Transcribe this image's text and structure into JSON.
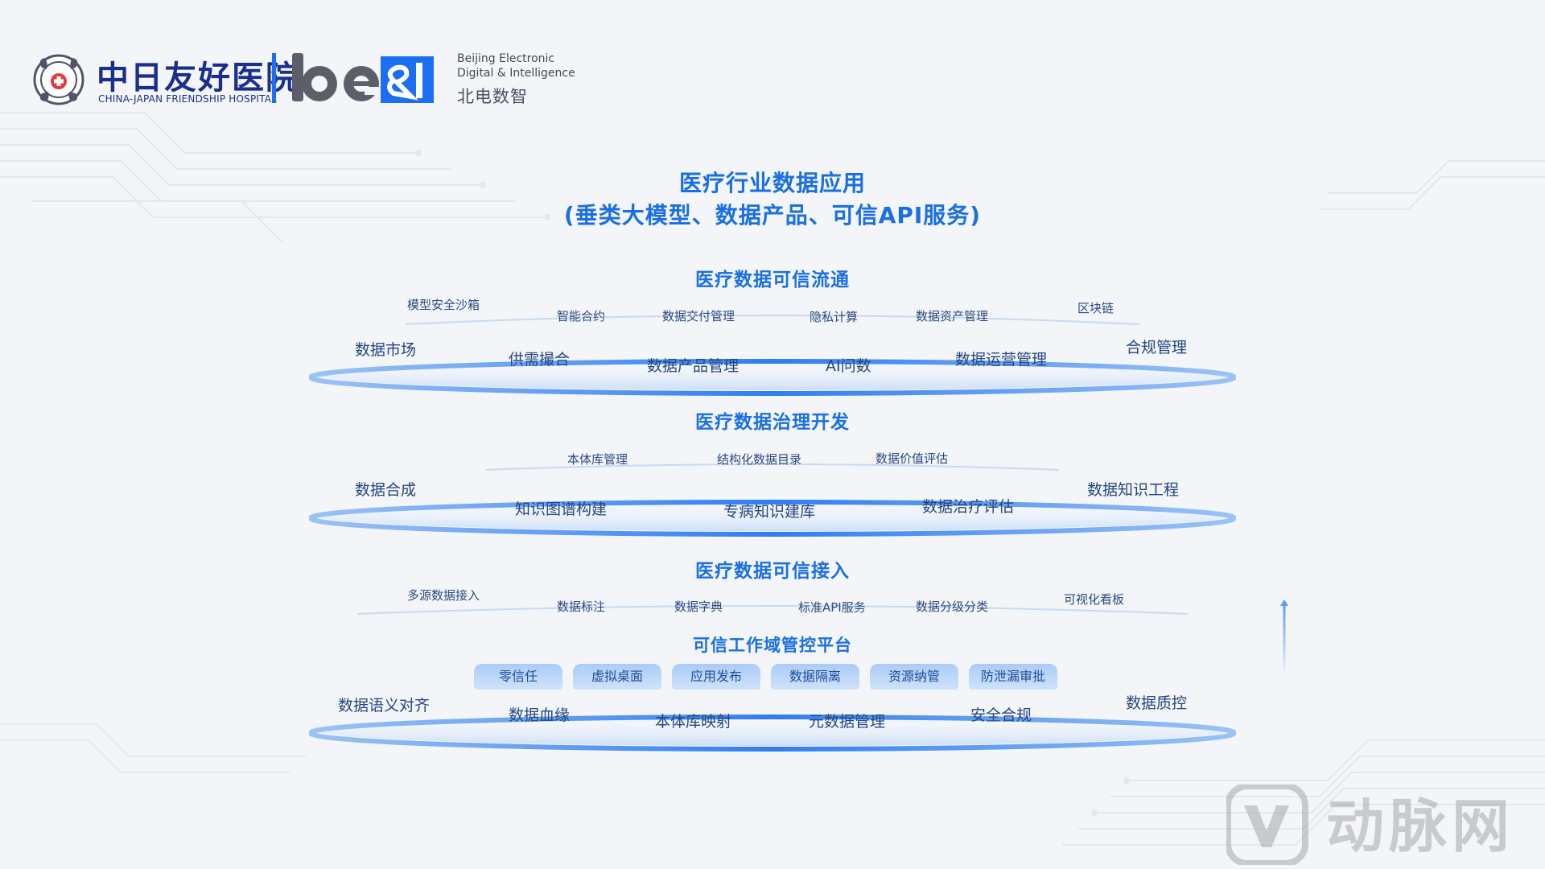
{
  "logos": {
    "hospital_cn": "中日友好医院",
    "hospital_en": "CHINA-JAPAN FRIENDSHIP HOSPITAL",
    "be_en_line1": "Beijing Electronic",
    "be_en_line2": "Digital & Intelligence",
    "be_cn": "北电数智"
  },
  "title": {
    "line1": "医疗行业数据应用",
    "line2": "(垂类大模型、数据产品、可信API服务)"
  },
  "layer1": {
    "title": "医疗数据可信流通",
    "small": [
      "模型安全沙箱",
      "智能合约",
      "数据交付管理",
      "隐私计算",
      "数据资产管理",
      "区块链"
    ],
    "large": [
      "数据市场",
      "供需撮合",
      "数据产品管理",
      "AI问数",
      "数据运营管理",
      "合规管理"
    ]
  },
  "layer2": {
    "title": "医疗数据治理开发",
    "small": [
      "本体库管理",
      "结构化数据目录",
      "数据价值评估"
    ],
    "large": [
      "数据合成",
      "知识图谱构建",
      "专病知识建库",
      "数据治疗评估",
      "数据知识工程"
    ]
  },
  "layer3": {
    "title": "医疗数据可信接入",
    "small": [
      "多源数据接入",
      "数据标注",
      "数据字典",
      "标准API服务",
      "数据分级分类",
      "可视化看板"
    ]
  },
  "layer4": {
    "title": "可信工作域管控平台",
    "chips": [
      "零信任",
      "虚拟桌面",
      "应用发布",
      "数据隔离",
      "资源纳管",
      "防泄漏审批"
    ],
    "large": [
      "数据语义对齐",
      "数据血缘",
      "本体库映射",
      "元数据管理",
      "安全合规",
      "数据质控"
    ]
  },
  "watermark": {
    "text": "动脉网"
  },
  "colors": {
    "accent": "#1a6fe3",
    "text": "#24467e",
    "background": "#f3f5f8"
  }
}
